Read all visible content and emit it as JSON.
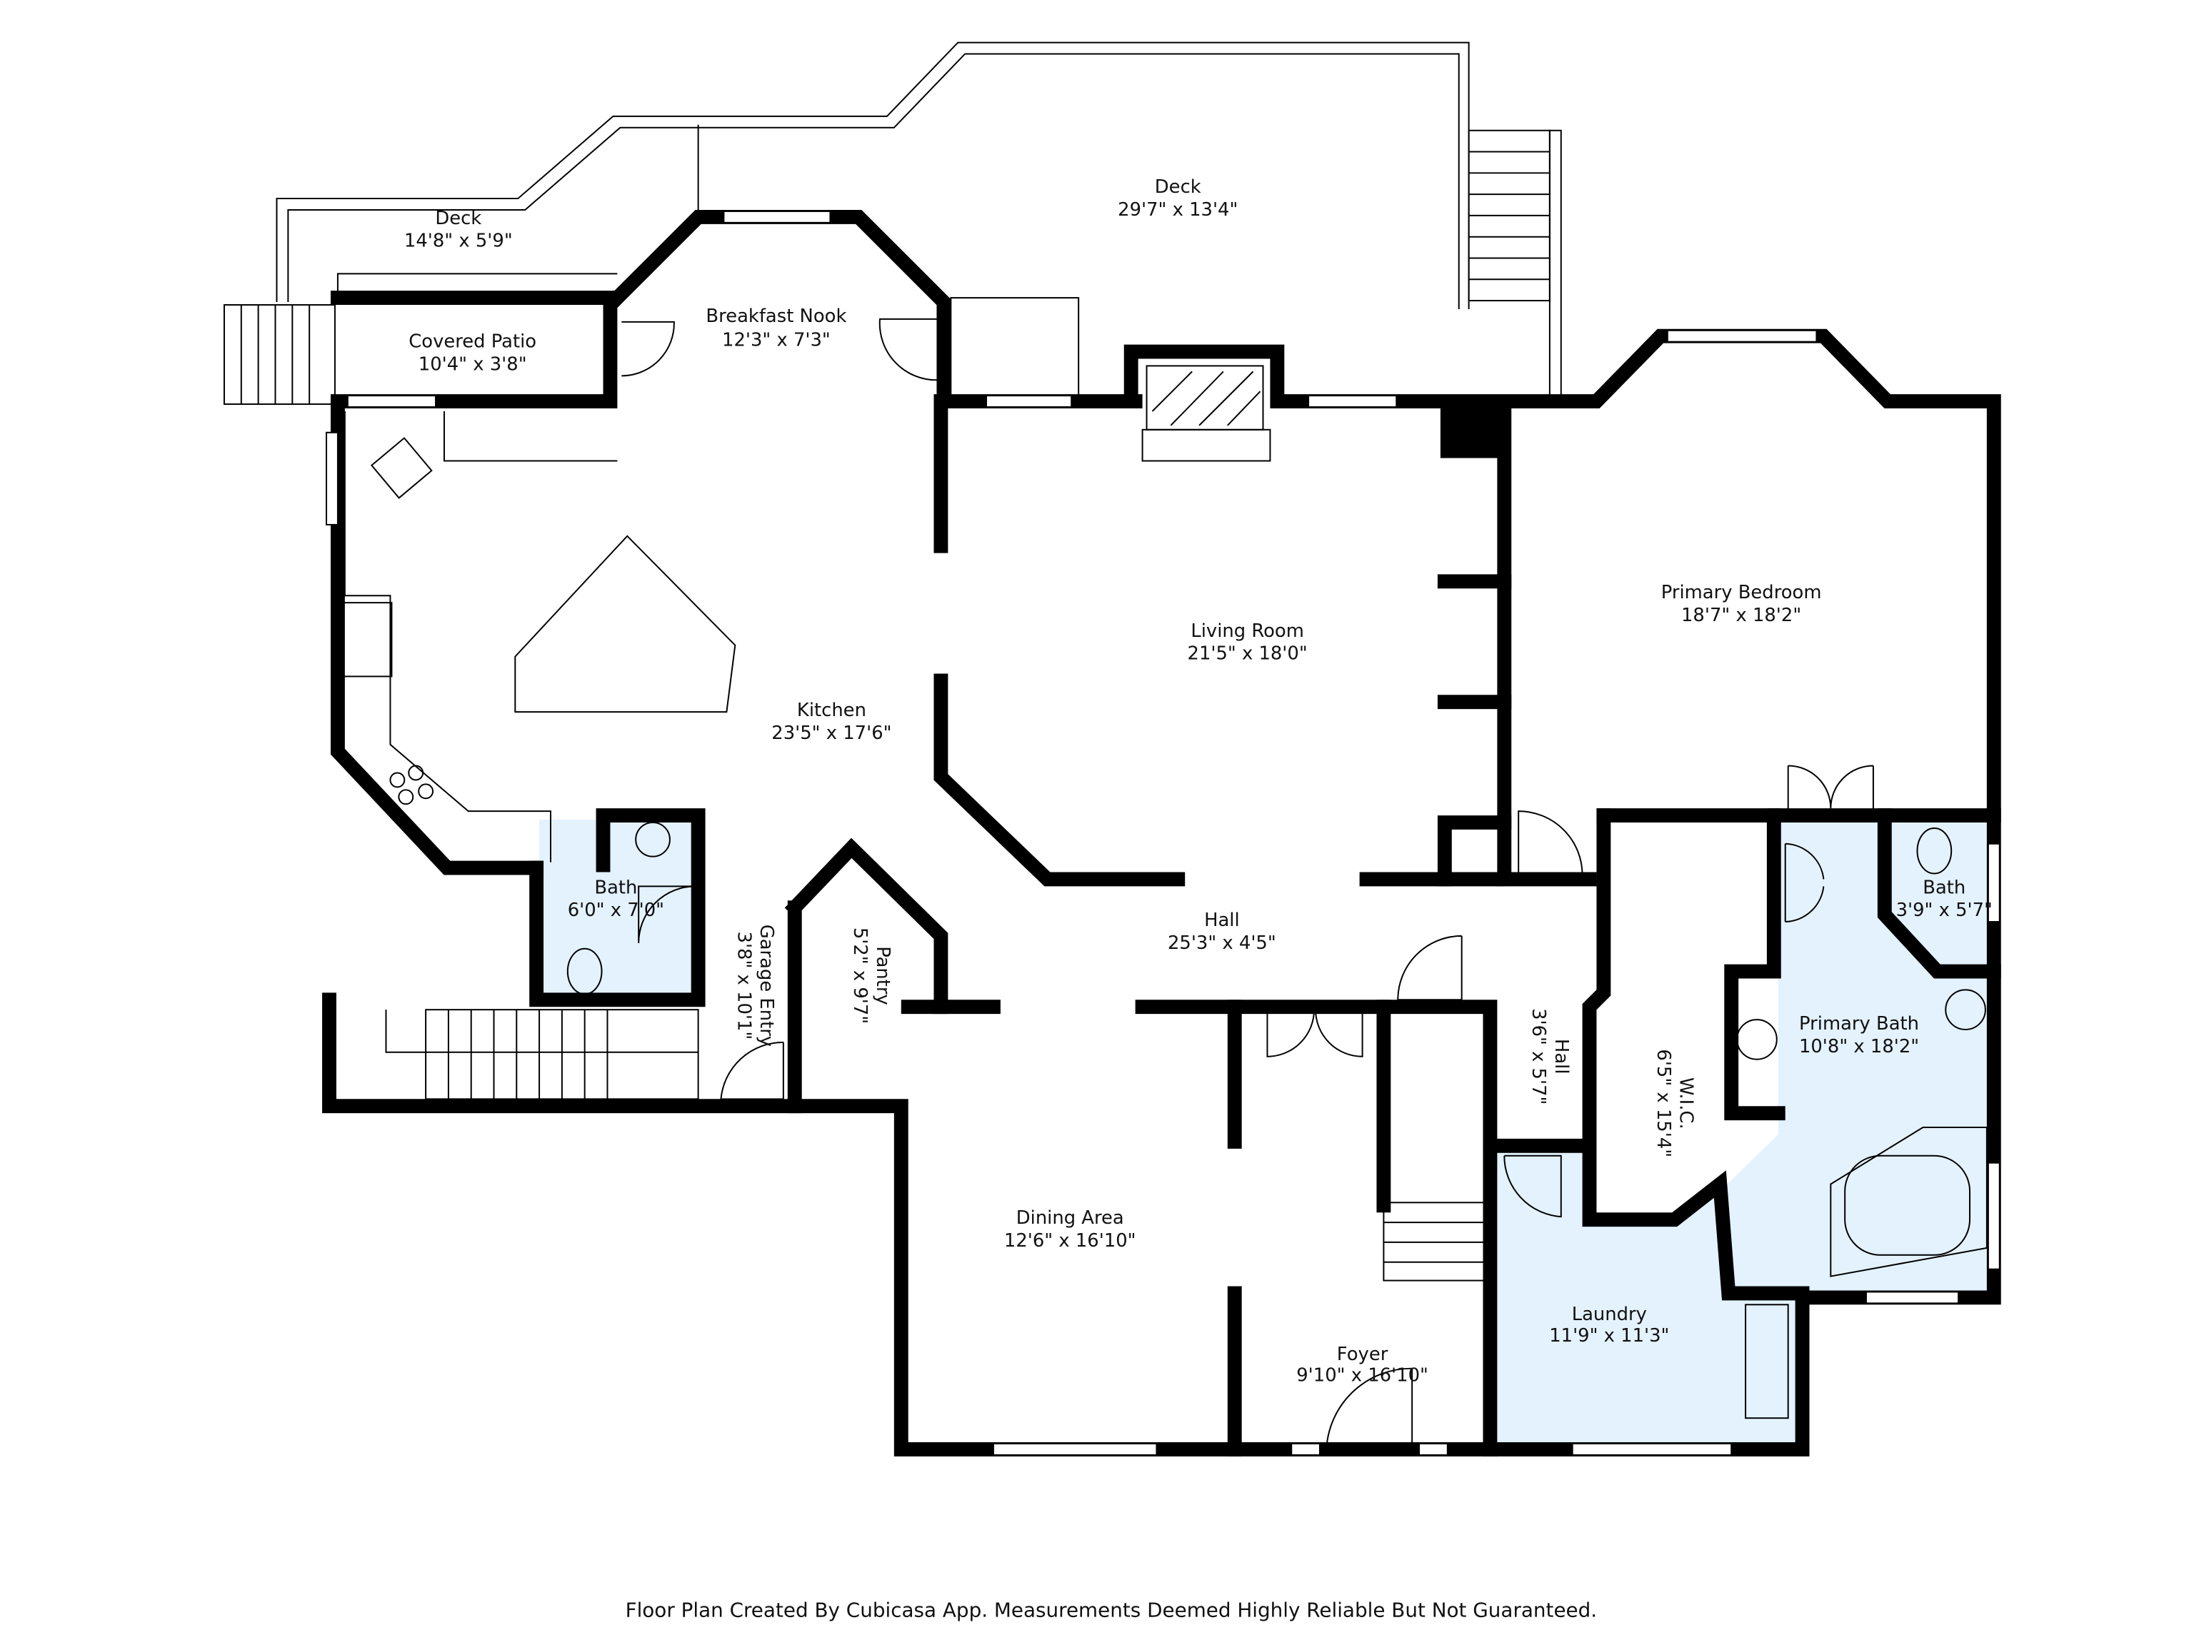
{
  "rooms": [
    {
      "name": "Deck",
      "size": "14'8\" x 5'9\""
    },
    {
      "name": "Deck",
      "size": "29'7\" x 13'4\""
    },
    {
      "name": "Covered Patio",
      "size": "10'4\" x 3'8\""
    },
    {
      "name": "Breakfast Nook",
      "size": "12'3\" x 7'3\""
    },
    {
      "name": "Kitchen",
      "size": "23'5\" x 17'6\""
    },
    {
      "name": "Living Room",
      "size": "21'5\" x 18'0\""
    },
    {
      "name": "Primary Bedroom",
      "size": "18'7\" x 18'2\""
    },
    {
      "name": "Bath",
      "size": "6'0\" x 7'0\""
    },
    {
      "name": "Garage Entry",
      "size": "3'8\" x 10'1\""
    },
    {
      "name": "Pantry",
      "size": "5'2\" x 9'7\""
    },
    {
      "name": "Hall",
      "size": "25'3\" x 4'5\""
    },
    {
      "name": "Hall",
      "size": "3'6\" x 5'7\""
    },
    {
      "name": "W.I.C.",
      "size": "6'5\" x 15'4\""
    },
    {
      "name": "Primary Bath",
      "size": "10'8\" x 18'2\""
    },
    {
      "name": "Bath",
      "size": "3'9\" x 5'7\""
    },
    {
      "name": "Dining Area",
      "size": "12'6\" x 16'10\""
    },
    {
      "name": "Foyer",
      "size": "9'10\" x 16'10\""
    },
    {
      "name": "Laundry",
      "size": "11'9\" x 11'3\""
    }
  ],
  "footer": "Floor Plan Created By Cubicasa App. Measurements Deemed Highly Reliable But Not Guaranteed.",
  "colors": {
    "wet_room_fill": "#e3f2fd",
    "wall": "#000000"
  }
}
